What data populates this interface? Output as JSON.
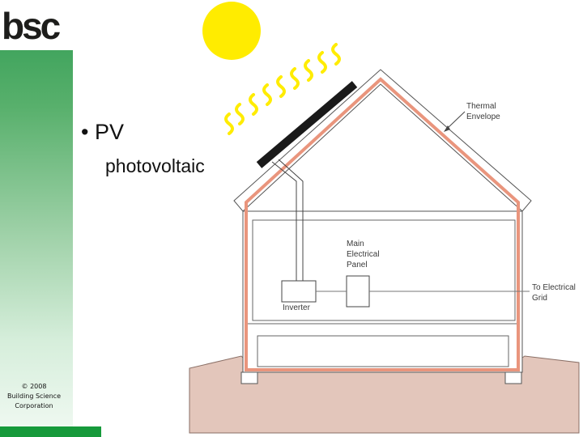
{
  "logo": {
    "text": "bsc"
  },
  "copyright": {
    "line1": "© 2008",
    "line2": "Building Science",
    "line3": "Corporation"
  },
  "slide": {
    "bullet": "• PV",
    "sub": "photovoltaic"
  },
  "diagram": {
    "thermal_envelope": [
      "Thermal",
      "Envelope"
    ],
    "main_panel": [
      "Main",
      "Electrical",
      "Panel"
    ],
    "inverter": "Inverter",
    "grid": [
      "To Electrical",
      "Grid"
    ]
  },
  "colors": {
    "sidebar_green": "#2f9b52",
    "sun": "#ffec00",
    "envelope": "#e9957d",
    "ground": "#e3c6bb",
    "bottom_bar": "#169a3b"
  }
}
